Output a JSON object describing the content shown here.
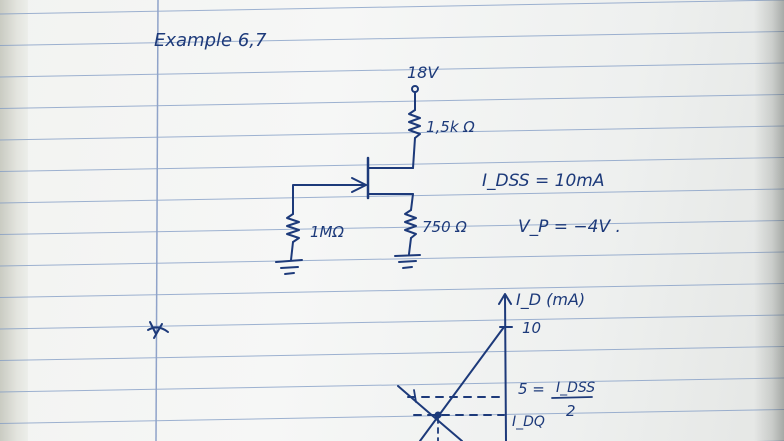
{
  "title": "Example 6,7",
  "circuit": {
    "supply": "18V",
    "drain_resistor": "1,5k Ω",
    "gate_resistor": "1MΩ",
    "source_resistor": "750 Ω"
  },
  "params": {
    "idss": "I_DSS = 10mA",
    "vp": "V_P = −4V ."
  },
  "graph": {
    "y_axis_label": "I_D (mA)",
    "tick_10": "10",
    "tick_5": "5 = ",
    "idss_frac_num": "I_DSS",
    "idss_frac_den": "2",
    "idq_label": "I_DQ"
  },
  "colors": {
    "ink": "#1d3a7a",
    "rule": "#7f9ac4",
    "margin": "#8fa3c9",
    "paper": "#f2f3f1"
  }
}
